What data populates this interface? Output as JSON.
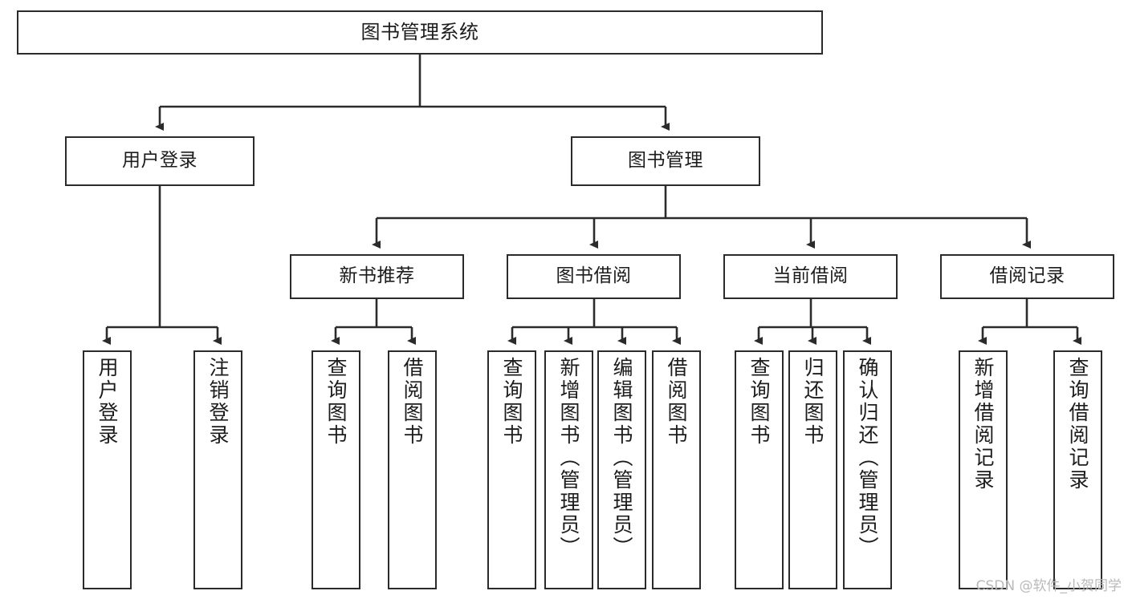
{
  "diagram": {
    "type": "tree",
    "title": "图书管理系统",
    "watermark": "CSDN @软件_小贺同学",
    "root": {
      "id": "root",
      "label": "图书管理系统"
    },
    "level1": [
      {
        "id": "user-login",
        "label": "用户登录"
      },
      {
        "id": "book-manage",
        "label": "图书管理"
      }
    ],
    "level2": [
      {
        "id": "new-book-recommend",
        "label": "新书推荐",
        "parent": "book-manage"
      },
      {
        "id": "book-borrow",
        "label": "图书借阅",
        "parent": "book-manage"
      },
      {
        "id": "current-borrow",
        "label": "当前借阅",
        "parent": "book-manage"
      },
      {
        "id": "borrow-record",
        "label": "借阅记录",
        "parent": "book-manage"
      }
    ],
    "leaves": [
      {
        "id": "leaf-user-login",
        "label": "用户登录",
        "parent": "user-login"
      },
      {
        "id": "leaf-logout",
        "label": "注销登录",
        "parent": "user-login"
      },
      {
        "id": "leaf-query-book-1",
        "label": "查询图书",
        "parent": "new-book-recommend"
      },
      {
        "id": "leaf-borrow-book-1",
        "label": "借阅图书",
        "parent": "new-book-recommend"
      },
      {
        "id": "leaf-query-book-2",
        "label": "查询图书",
        "parent": "book-borrow"
      },
      {
        "id": "leaf-add-book",
        "label": "新增图书（管理员）",
        "parent": "book-borrow"
      },
      {
        "id": "leaf-edit-book",
        "label": "编辑图书（管理员）",
        "parent": "book-borrow"
      },
      {
        "id": "leaf-borrow-book-2",
        "label": "借阅图书",
        "parent": "book-borrow"
      },
      {
        "id": "leaf-query-book-3",
        "label": "查询图书",
        "parent": "current-borrow"
      },
      {
        "id": "leaf-return-book",
        "label": "归还图书",
        "parent": "current-borrow"
      },
      {
        "id": "leaf-confirm-return",
        "label": "确认归还（管理员）",
        "parent": "current-borrow"
      },
      {
        "id": "leaf-add-record",
        "label": "新增借阅记录",
        "parent": "borrow-record"
      },
      {
        "id": "leaf-query-record",
        "label": "查询借阅记录",
        "parent": "borrow-record"
      }
    ],
    "colors": {
      "node_border": "#2b2b2b",
      "node_fill": "#ffffff",
      "edge": "#2b2b2b",
      "text": "#1c1c1c",
      "watermark": "#b9b9b9",
      "background": "#ffffff"
    }
  }
}
